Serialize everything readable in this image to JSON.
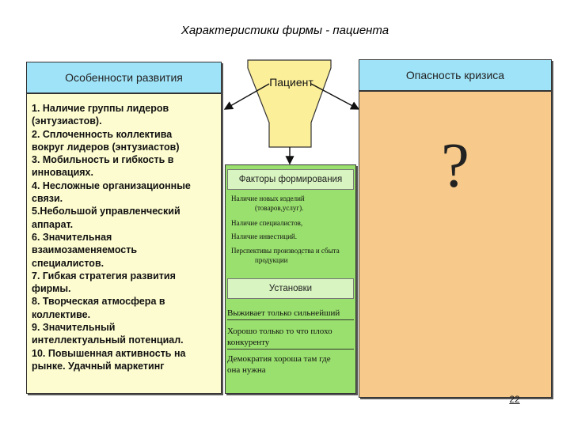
{
  "title": "Характеристики фирмы - пациента",
  "left_panel": {
    "header": "Особенности развития",
    "items": [
      "1. Наличие группы лидеров",
      "(энтузиастов).",
      "2. Сплоченность коллектива",
      "вокруг лидеров (энтузиастов)",
      "3. Мобильность и гибкость в",
      "инновациях.",
      "4. Несложные организационные",
      "связи.",
      "5.Небольшой управленческий",
      "аппарат.",
      "6. Значительная",
      "взаимозаменяемость",
      "специалистов.",
      "7. Гибкая стратегия развития",
      "фирмы.",
      "8. Творческая атмосфера в",
      "коллективе.",
      "9. Значительный",
      "интеллектуальный потенциал.",
      "10. Повышенная активность на",
      "рынке. Удачный маркетинг"
    ]
  },
  "center": {
    "patient_label": "Пациент",
    "factors_header": "Факторы формирования",
    "factors": [
      "Наличие новых изделий",
      "(товаров,услуг).",
      "Наличие специалистов,",
      "Наличие инвестиций.",
      "Перспективы производства и сбыта",
      "продукции"
    ],
    "attitudes_header": "Установки",
    "attitudes": [
      "Выживает только сильнейший",
      "Хорошо только то что плохо",
      "конкуренту",
      "Демократия хороша там где",
      "она нужна"
    ]
  },
  "right_panel": {
    "header": "Опасность кризиса",
    "symbol": "?"
  },
  "page_number": "22",
  "colors": {
    "header_blue": "#9fe3f8",
    "left_body": "#fdfcd0",
    "right_body": "#f7c98a",
    "green": "#9ae06e",
    "funnel": "#fbef9a"
  }
}
